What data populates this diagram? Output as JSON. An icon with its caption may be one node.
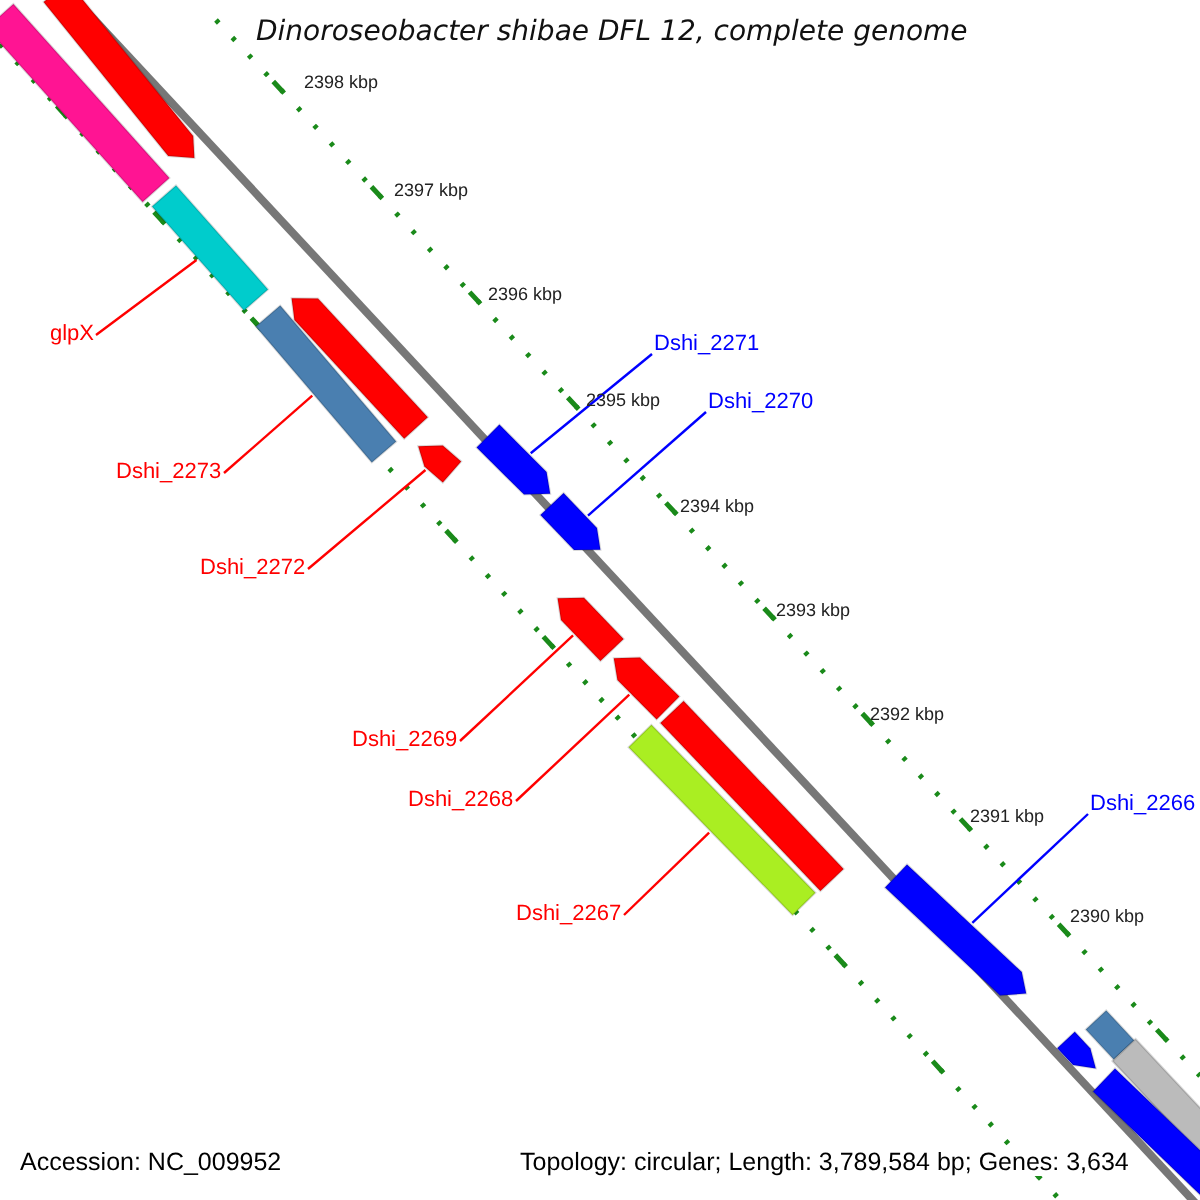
{
  "diagram": {
    "title": "Dinoroseobacter shibae DFL 12, complete genome",
    "nodes": [
      {
        "text": [
          "glpX"
        ]
      },
      {
        "text": [
          "Dshi_2273"
        ]
      },
      {
        "text": [
          "Dshi_2272"
        ]
      },
      {
        "text": [
          "Dshi_2271"
        ]
      },
      {
        "text": [
          "Dshi_2270"
        ]
      },
      {
        "text": [
          "Dshi_2269"
        ]
      },
      {
        "text": [
          "Dshi_2268"
        ]
      },
      {
        "text": [
          "Dshi_2267"
        ]
      },
      {
        "text": [
          "Dshi_2266"
        ]
      },
      {
        "text": [],
        "shape": "bar"
      },
      {
        "text": [],
        "shape": "bar"
      },
      {
        "text": [],
        "shape": "bar"
      },
      {
        "text": [],
        "shape": "bar"
      },
      {
        "text": [],
        "shape": "bar"
      },
      {
        "text": [],
        "shape": "bar"
      },
      {
        "text": [],
        "shape": "bar"
      },
      {
        "text": [],
        "shape": "bar"
      },
      {
        "text": [],
        "shape": "bar"
      },
      {
        "text": [],
        "shape": "bar"
      },
      {
        "text": [],
        "shape": "bar"
      },
      {
        "text": [],
        "shape": "bar"
      },
      {
        "text": [],
        "shape": "bar"
      },
      {
        "text": [],
        "shape": "bar"
      },
      {
        "text": [],
        "shape": "bar"
      },
      {
        "text": [],
        "shape": "bar"
      },
      {
        "text": [],
        "shape": "bar"
      }
    ],
    "edges": [
      {
        "from": 0,
        "to": 11,
        "arrow": "none"
      },
      {
        "from": 1,
        "to": 12,
        "arrow": "none"
      },
      {
        "from": 2,
        "to": 14,
        "arrow": "none"
      },
      {
        "from": 3,
        "to": 15,
        "arrow": "none",
        "color": "#0000ff"
      },
      {
        "from": 4,
        "to": 16,
        "arrow": "none",
        "color": "#0000ff"
      },
      {
        "from": 5,
        "to": 17,
        "arrow": "none"
      },
      {
        "from": 6,
        "to": 18,
        "arrow": "none"
      },
      {
        "from": 7,
        "to": 19,
        "arrow": "none"
      },
      {
        "from": 8,
        "to": 21,
        "arrow": "none",
        "color": "#0000ff"
      }
    ],
    "labels": [
      "2398 kbp",
      "2397 kbp",
      "2396 kbp",
      "2395 kbp",
      "2394 kbp",
      "2393 kbp",
      "2392 kbp",
      "2391 kbp",
      "2390 kbp",
      "Accession: NC_009952",
      "Topology: circular; Length: 3,789,584 bp; Genes: 3,634"
    ]
  }
}
